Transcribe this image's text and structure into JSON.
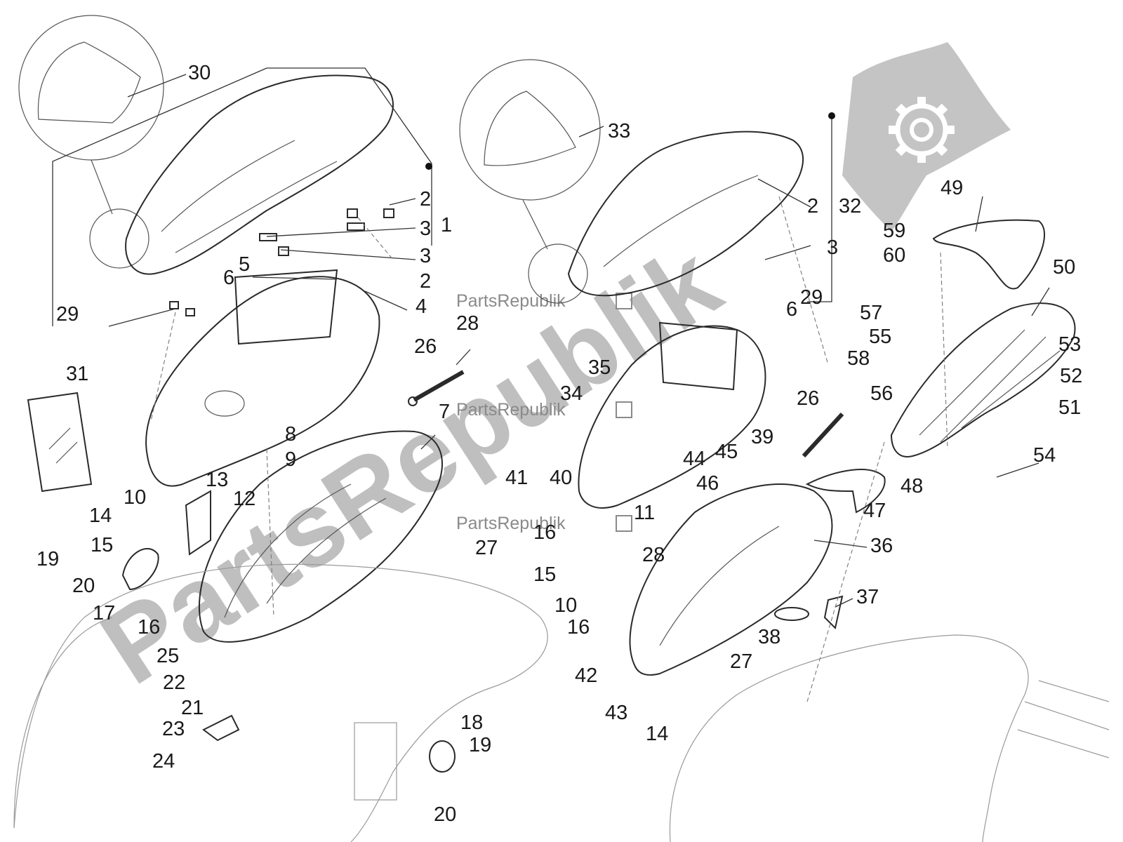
{
  "watermark": {
    "brand_text": "PartsRepublik",
    "big_text": "PartsRepublik",
    "flag_color": "#bdbdbd",
    "icon": "gear-icon"
  },
  "labels": [
    "1",
    "2",
    "2",
    "2",
    "3",
    "3",
    "4",
    "5",
    "6",
    "7",
    "8",
    "9",
    "10",
    "11",
    "12",
    "13",
    "14",
    "15",
    "16",
    "17",
    "18",
    "19",
    "20",
    "21",
    "22",
    "23",
    "24",
    "25",
    "26",
    "27",
    "28",
    "29",
    "30",
    "31",
    "32",
    "33",
    "34",
    "35",
    "36",
    "37",
    "38",
    "39",
    "40",
    "41",
    "42",
    "43",
    "44",
    "45",
    "46",
    "47",
    "48",
    "49",
    "50",
    "51",
    "52",
    "53",
    "54",
    "55",
    "56",
    "57",
    "58",
    "59",
    "60"
  ],
  "right_labels": {
    "a2": "2",
    "a3": "3",
    "a6": "6",
    "a10": "10",
    "a14": "14",
    "a15": "15",
    "a16a": "16",
    "a16b": "16",
    "a19": "19",
    "a20": "20",
    "a26": "26",
    "a27": "27",
    "a28": "28",
    "a29": "29",
    "a11": "11"
  }
}
